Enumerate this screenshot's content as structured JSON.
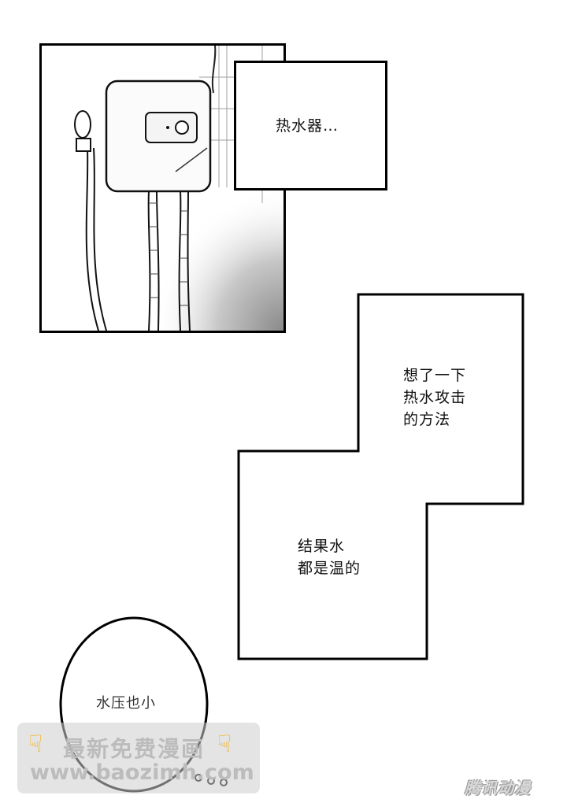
{
  "captions": {
    "caption_1": "热水器…",
    "caption_2_lines": [
      "想了一下",
      "热水攻击",
      "的方法"
    ],
    "caption_3_lines": [
      "结果水",
      "都是温的"
    ]
  },
  "bubble": {
    "text": "水压也小"
  },
  "watermark": {
    "title": "最新免费漫画",
    "url": "www.baozimh.com",
    "icon": "pointing-down-hand-icon"
  },
  "brand_logo": {
    "text": "腾讯动漫"
  },
  "colors": {
    "ink": "#000000",
    "paper": "#ffffff",
    "watermark_icon": "#f2b320"
  }
}
